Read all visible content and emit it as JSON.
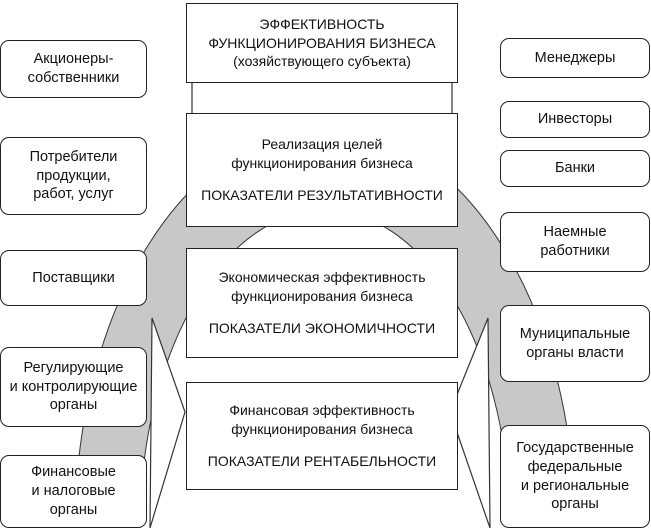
{
  "center": {
    "top": {
      "line1": "ЭФФЕКТИВНОСТЬ",
      "line2": "ФУНКЦИОНИРОВАНИЯ БИЗНЕСА",
      "line3": "(хозяйствующего субъекта)"
    },
    "result": {
      "text": "Реализация целей\nфункционирования бизнеса",
      "kpi": "ПОКАЗАТЕЛИ РЕЗУЛЬТАТИВНОСТИ"
    },
    "economic": {
      "text": "Экономическая эффективность\nфункционирования бизнеса",
      "kpi": "ПОКАЗАТЕЛИ ЭКОНОМИЧНОСТИ"
    },
    "financial": {
      "text": "Финансовая эффективность\nфункционирования бизнеса",
      "kpi": "ПОКАЗАТЕЛИ РЕНТАБЕЛЬНОСТИ"
    }
  },
  "left": [
    "Акционеры-\nсобственники",
    "Потребители\nпродукции,\nработ, услуг",
    "Поставщики",
    "Регулирующие\nи контролирующие\nорганы",
    "Финансовые\nи налоговые\nорганы"
  ],
  "right": [
    "Менеджеры",
    "Инвесторы",
    "Банки",
    "Наемные\nработники",
    "Муниципальные\nорганы власти",
    "Государственные\nфедеральные\nи региональные\nорганы"
  ]
}
